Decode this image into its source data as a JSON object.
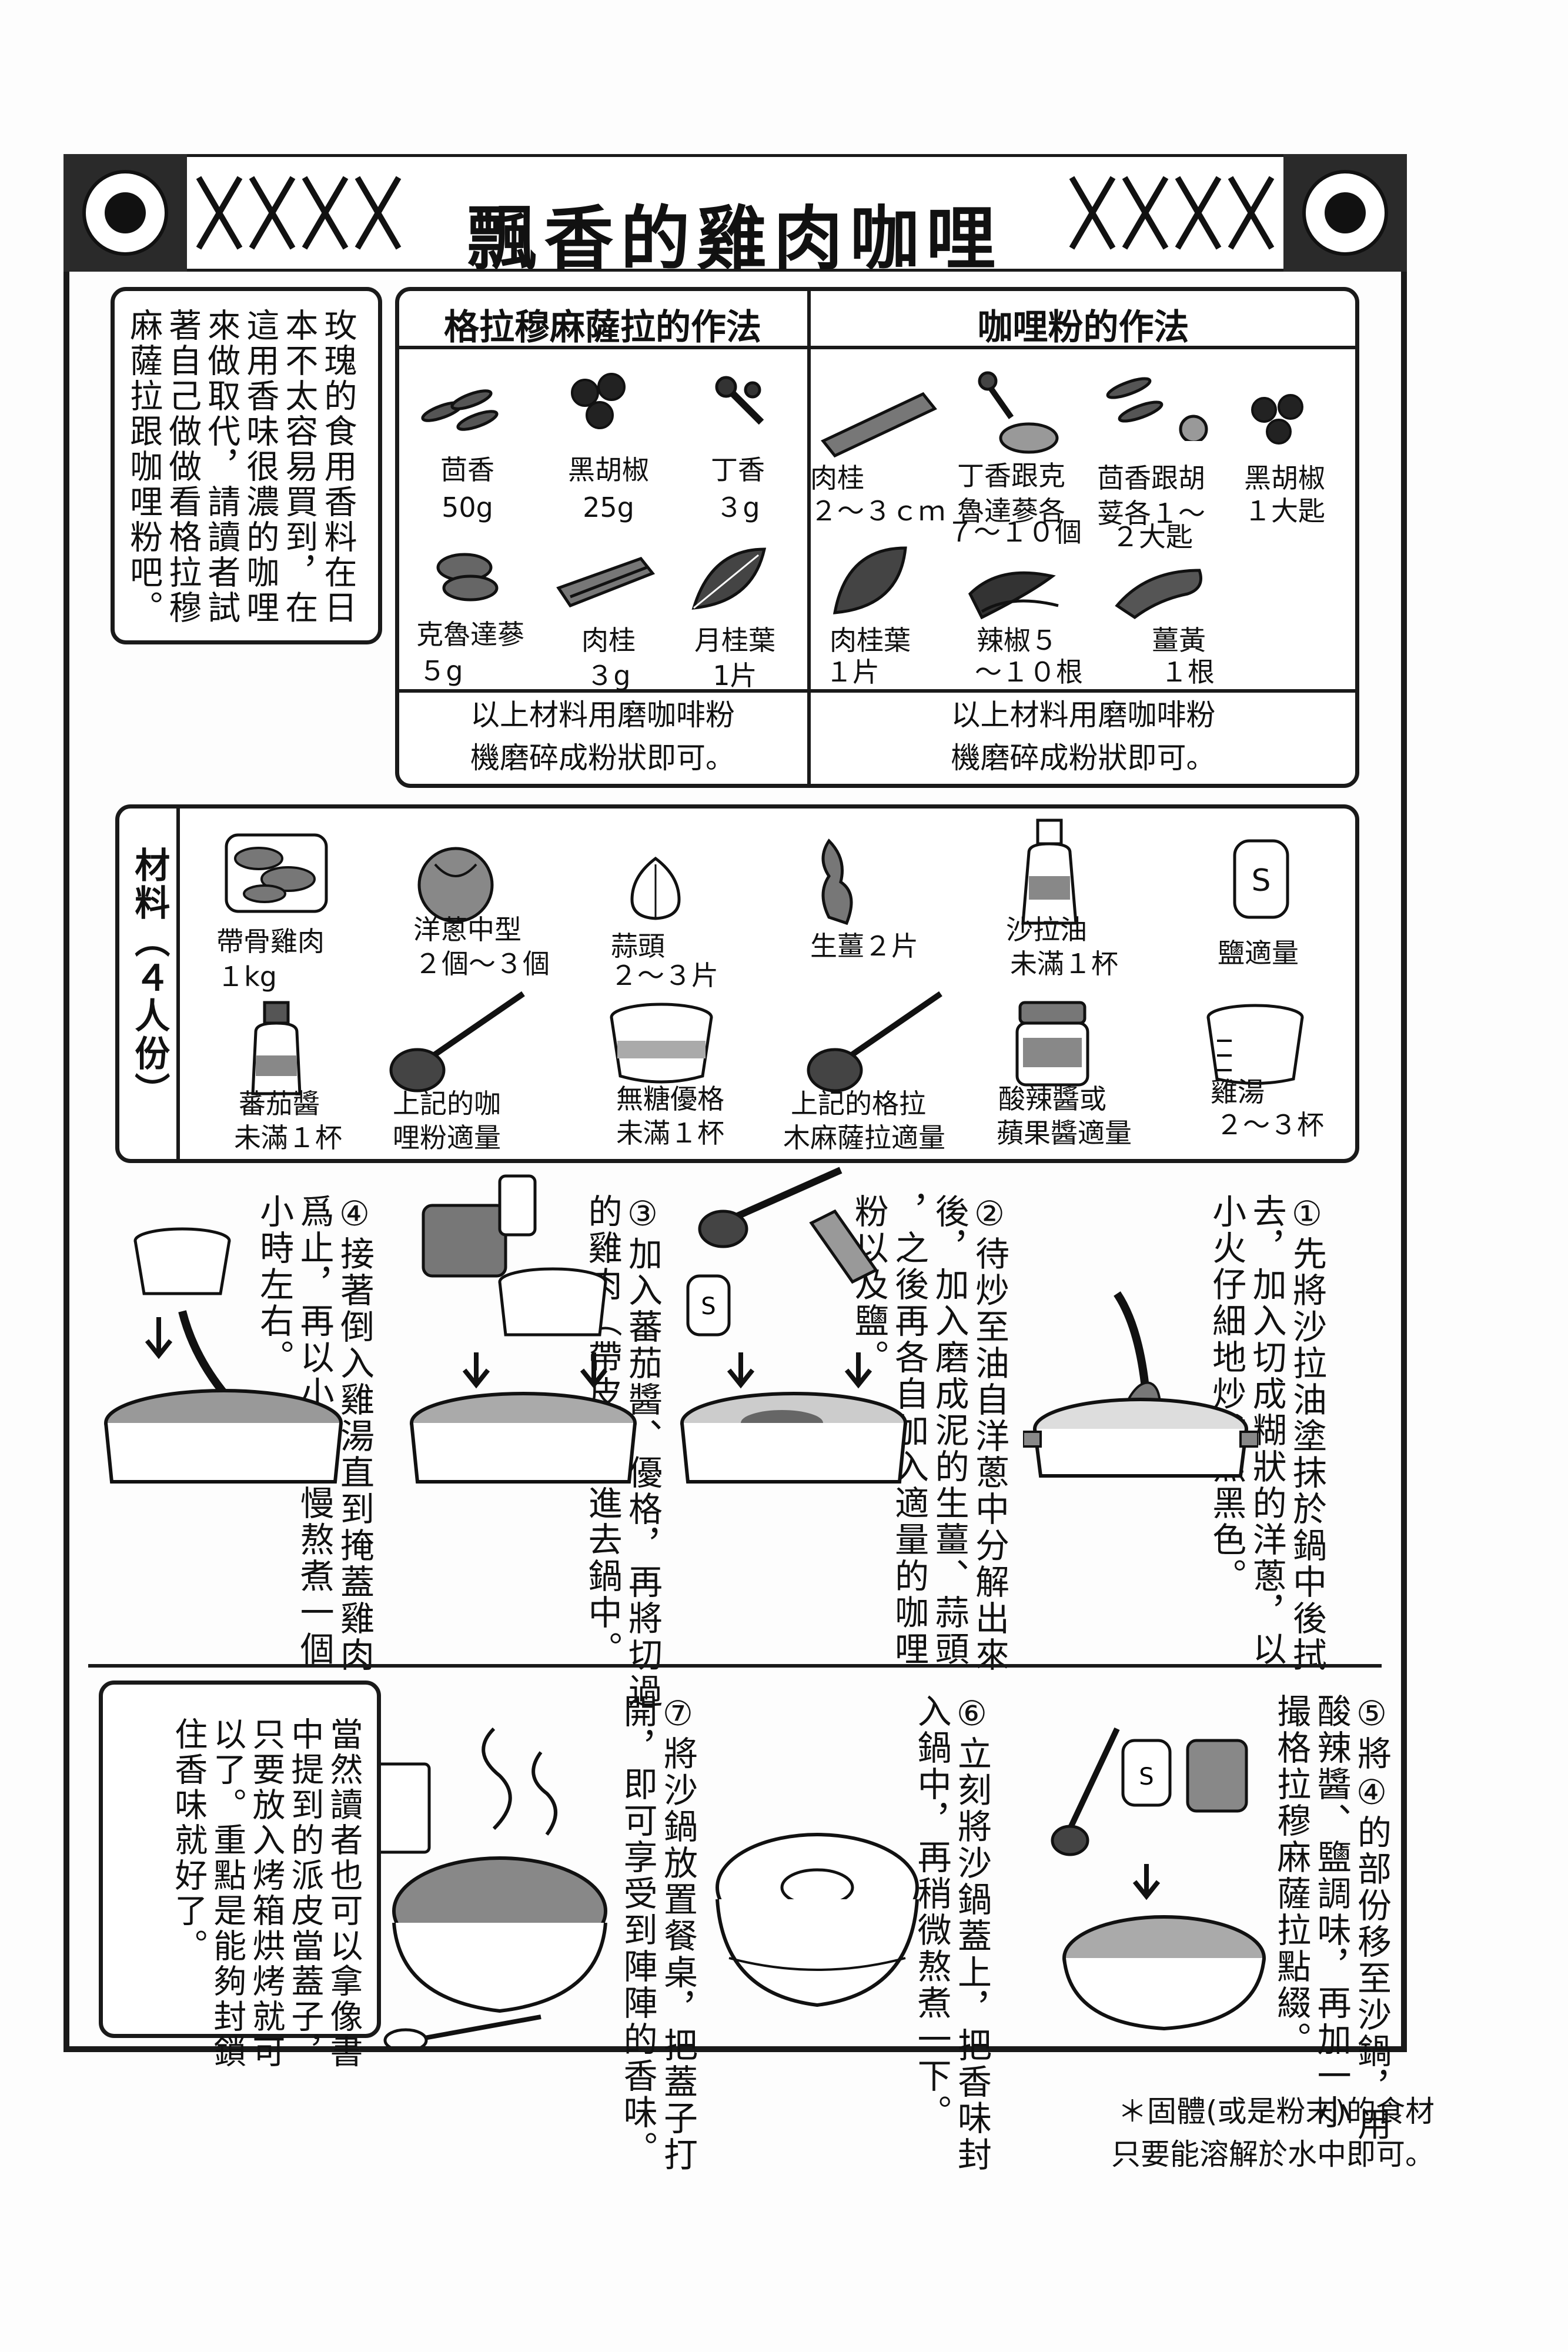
{
  "title": "飄香的雞肉咖哩",
  "intro": "玫瑰的食用香料在日\n本不太容易買到，在\n這用香味很濃的咖哩\n來做取代，請讀者試\n著自己做做看格拉穆\n麻薩拉跟咖哩粉吧。",
  "garam": {
    "heading": "格拉穆麻薩拉的作法",
    "items": [
      {
        "name": "茴香",
        "qty": "50g"
      },
      {
        "name": "黑胡椒",
        "qty": "25g"
      },
      {
        "name": "丁香",
        "qty": "３g"
      },
      {
        "name": "克魯達蔘",
        "qty": "５g"
      },
      {
        "name": "肉桂",
        "qty": "３g"
      },
      {
        "name": "月桂葉",
        "qty": "1片"
      }
    ],
    "note": "以上材料用磨咖啡粉\n機磨碎成粉狀即可。"
  },
  "curry_powder": {
    "heading": "咖哩粉的作法",
    "items": [
      {
        "name": "肉桂",
        "qty": "２～３ｃｍ"
      },
      {
        "name": "丁香跟克\n魯達蔘各",
        "qty": "７～１０個"
      },
      {
        "name": "茴香跟胡\n荽各１～",
        "qty": "２大匙"
      },
      {
        "name": "黑胡椒",
        "qty": "１大匙"
      },
      {
        "name": "肉桂葉",
        "qty": "１片"
      },
      {
        "name": "辣椒５",
        "qty": "～１０根"
      },
      {
        "name": "薑黃",
        "qty": "１根"
      }
    ],
    "note": "以上材料用磨咖啡粉\n機磨碎成粉狀即可。"
  },
  "ingredients": {
    "label": "材料（４人份）",
    "items": [
      {
        "name": "帶骨雞肉",
        "qty": "１kg"
      },
      {
        "name": "洋蔥中型",
        "qty": "２個～３個"
      },
      {
        "name": "蒜頭",
        "qty": "２～３片"
      },
      {
        "name": "生薑２片",
        "qty": ""
      },
      {
        "name": "沙拉油",
        "qty": "未滿１杯"
      },
      {
        "name": "鹽適量",
        "qty": ""
      },
      {
        "name": "蕃茄醬",
        "qty": "未滿１杯"
      },
      {
        "name": "上記的咖",
        "qty": "哩粉適量"
      },
      {
        "name": "無糖優格",
        "qty": "未滿１杯"
      },
      {
        "name": "上記的格拉",
        "qty": "木麻薩拉適量"
      },
      {
        "name": "酸辣醬或",
        "qty": "蘋果醬適量"
      },
      {
        "name": "雞湯",
        "qty": "２～３杯"
      }
    ]
  },
  "steps": [
    {
      "num": "①",
      "text": "先將沙拉油塗抹於鍋中後拭\n去，加入切成糊狀的洋蔥，以\n小火仔細地炒成焦黑色。"
    },
    {
      "num": "②",
      "text": "待炒至油自洋蔥中分解出來\n後，加入磨成泥的生薑、蒜頭\n，之後再各自加入適量的咖哩\n粉以及鹽。"
    },
    {
      "num": "③",
      "text": "加入蕃茄醬、優格，再將切過\n的雞肉（帶皮）丟進去鍋中。"
    },
    {
      "num": "④",
      "text": "接著倒入雞湯直到掩蓋雞肉\n爲止，再以小火慢慢熬煮一個\n小時左右。"
    },
    {
      "num": "⑤",
      "text": "將④的部份移至沙鍋，用\n酸辣醬、鹽調味，再加一小\n撮格拉穆麻薩拉點綴。"
    },
    {
      "num": "⑥",
      "text": "立刻將沙鍋蓋上，把香味封\n入鍋中，再稍微熬煮一下。"
    },
    {
      "num": "⑦",
      "text": "將沙鍋放置餐桌，把蓋子打\n開，即可享受到陣陣的香味。"
    }
  ],
  "tip": "當然讀者也可以拿像書\n中提到的派皮當蓋子，\n只要放入烤箱烘烤就可\n以了。重點是能夠封鎖\n住香味就好了。",
  "footnote": "＊固體(或是粉末)的食材\n只要能溶解於水中即可。"
}
